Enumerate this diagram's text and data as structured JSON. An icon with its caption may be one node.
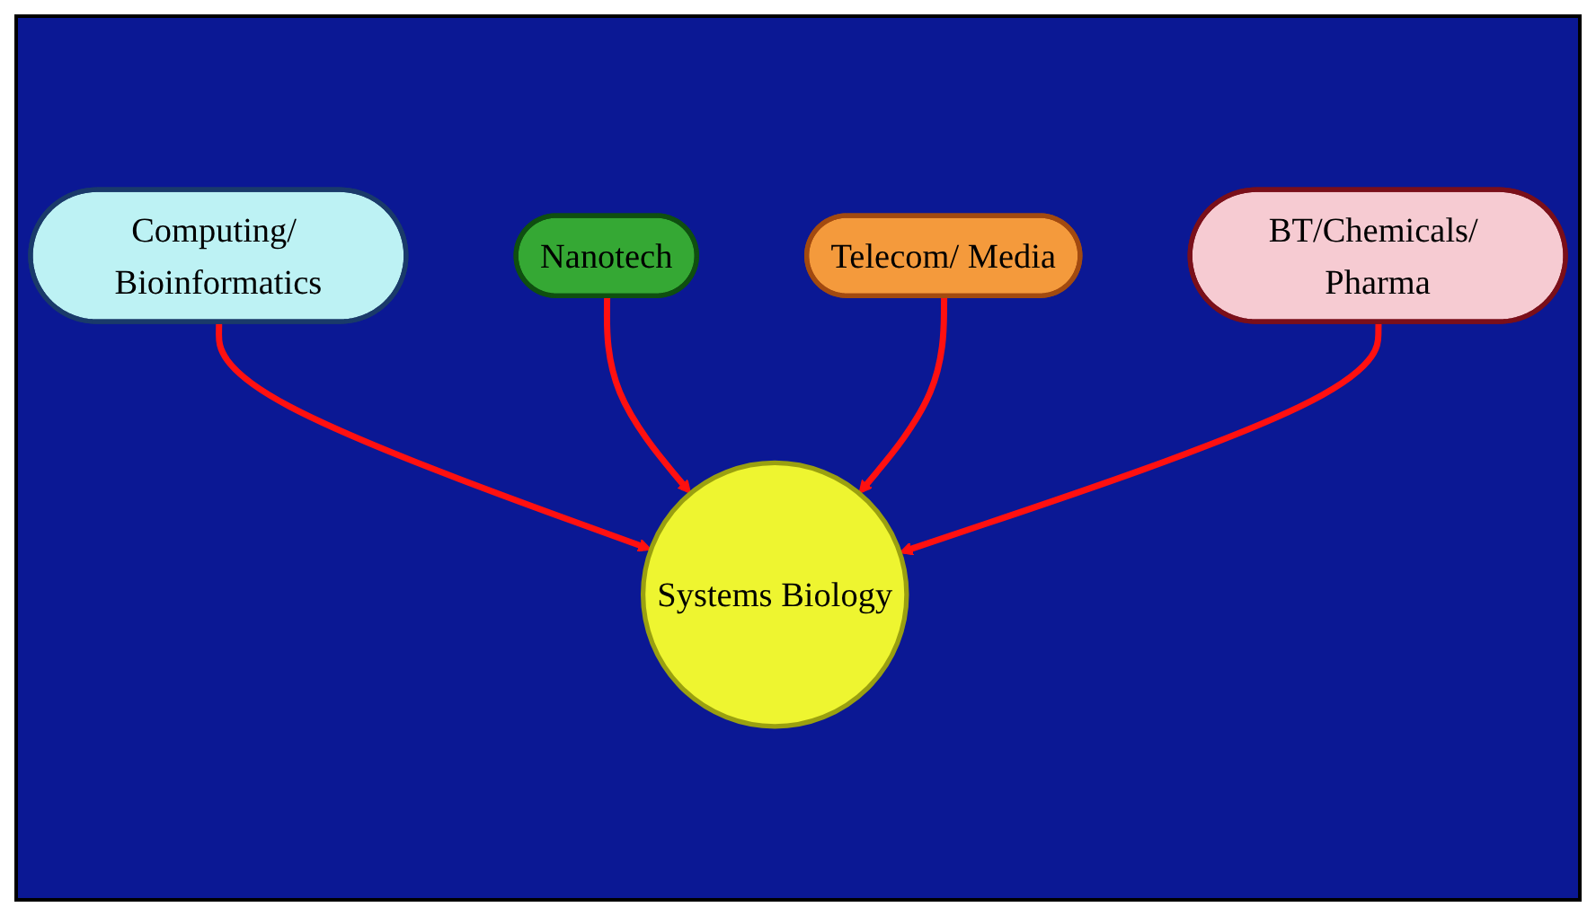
{
  "diagram": {
    "nodes": [
      {
        "text": [
          "Computing/ Bioinformatics"
        ]
      },
      {
        "text": [
          "Nanotech"
        ]
      },
      {
        "text": [
          "Systems Biology"
        ]
      },
      {
        "text": [
          "Telecom/ Media"
        ]
      },
      {
        "text": [
          "BT/Chemicals/ Pharma"
        ]
      }
    ],
    "edges": [
      {
        "from": 0,
        "to": 2,
        "arrow": "to"
      },
      {
        "from": 1,
        "to": 2,
        "arrow": "to"
      },
      {
        "from": 3,
        "to": 2,
        "arrow": "to"
      },
      {
        "from": 4,
        "to": 2,
        "arrow": "to"
      }
    ]
  }
}
